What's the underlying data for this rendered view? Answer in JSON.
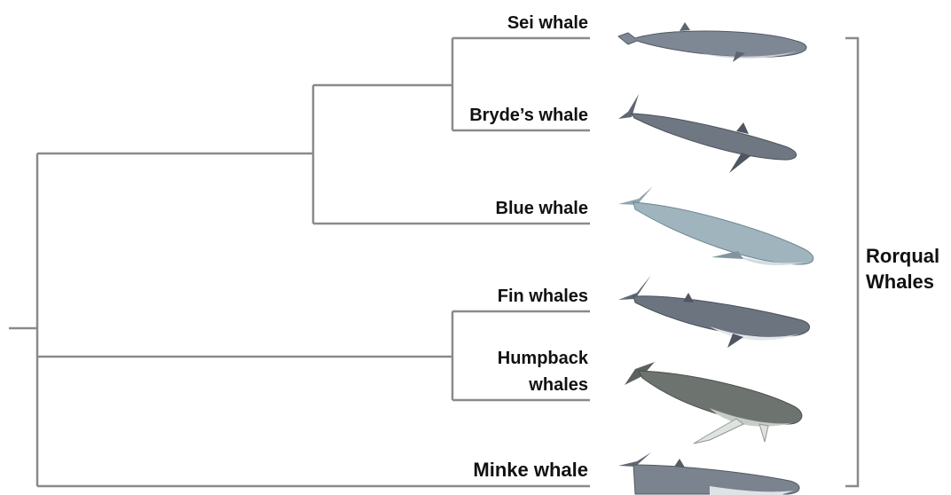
{
  "diagram": {
    "taxa": [
      {
        "id": "sei",
        "lines": [
          "Sei whale"
        ]
      },
      {
        "id": "brydes",
        "lines": [
          "Bryde’s whale"
        ]
      },
      {
        "id": "blue",
        "lines": [
          "Blue whale"
        ]
      },
      {
        "id": "fin",
        "lines": [
          "Fin whales"
        ]
      },
      {
        "id": "humpback",
        "lines": [
          "Humpback",
          "whales"
        ]
      },
      {
        "id": "minke",
        "lines": [
          "Minke whale"
        ]
      }
    ],
    "group_label": [
      "Rorqual",
      "Whales"
    ]
  },
  "colors": {
    "tree_line": "#8a8a8a",
    "label_text": "#111111",
    "sei": "#7e8794",
    "brydes": "#6f7782",
    "blue": "#9fb4bd",
    "fin": "#6c7480",
    "humpback": "#6d7470",
    "minke": "#7b848e"
  }
}
